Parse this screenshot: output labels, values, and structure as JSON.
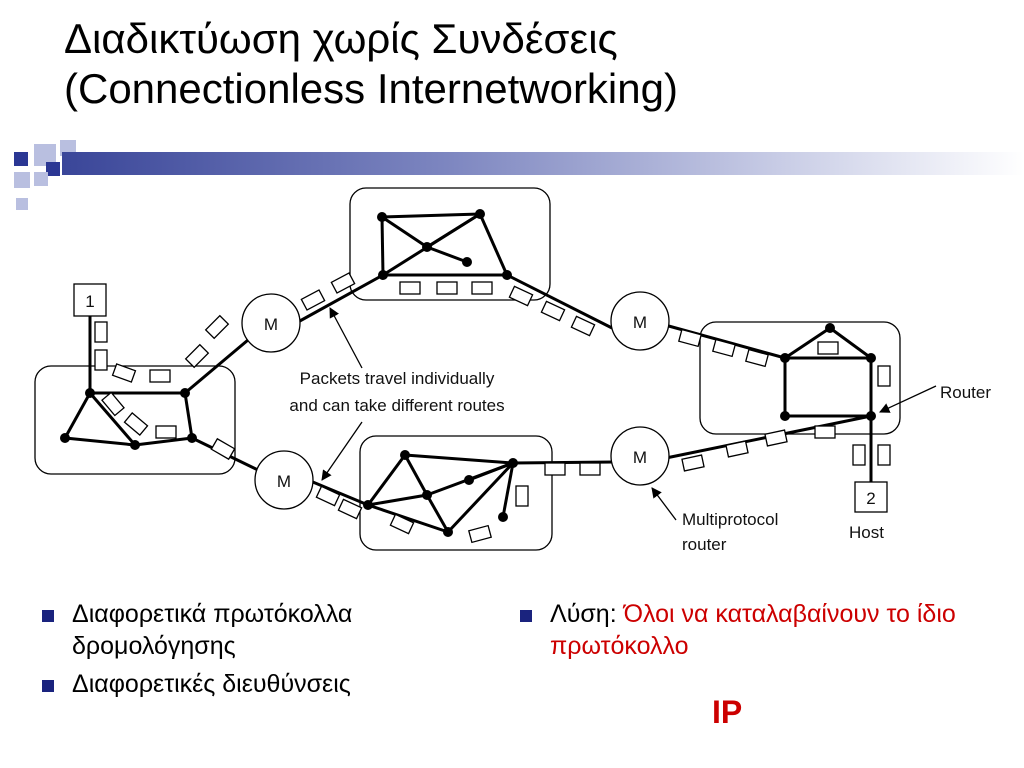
{
  "title": {
    "line1": "Διαδικτύωση χωρίς Συνδέσεις",
    "line2": "(Connectionless Internetworking)"
  },
  "diagram": {
    "router_symbol": "M",
    "host1_label": "1",
    "host2_label": "2",
    "callout_packets_line1": "Packets travel individually",
    "callout_packets_line2": "and can take different routes",
    "label_router": "Router",
    "label_multiprotocol_line1": "Multiprotocol",
    "label_multiprotocol_line2": "router",
    "label_host": "Host"
  },
  "left_bullets": [
    {
      "text": "Διαφορετικά πρωτόκολλα δρομολόγησης"
    },
    {
      "text": "Διαφορετικές διευθύνσεις"
    }
  ],
  "right_bullet": {
    "prefix": "Λύση: ",
    "highlight": "Όλοι να καταλαβαίνουν το ίδιο πρωτόκολλο"
  },
  "ip_label": "IP",
  "colors": {
    "accent_blue": "#2b3794",
    "highlight_red": "#cc0000"
  }
}
